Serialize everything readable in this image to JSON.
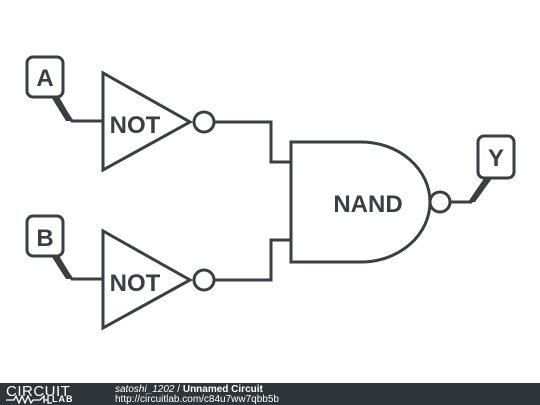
{
  "inputs": [
    {
      "label": "A"
    },
    {
      "label": "B"
    }
  ],
  "output": {
    "label": "Y"
  },
  "gates": {
    "not_top": "NOT",
    "not_bottom": "NOT",
    "nand": "NAND"
  },
  "footer": {
    "logo_top": "CIRCUIT",
    "logo_bottom": "LAB",
    "author": "satoshi_1202",
    "separator": " / ",
    "circuit_name": "Unnamed Circuit",
    "url": "http://circuitlab.com/c84u7ww7qbb5b"
  },
  "colors": {
    "stroke": "#3a3f44",
    "footer_bg": "#2f3438"
  }
}
